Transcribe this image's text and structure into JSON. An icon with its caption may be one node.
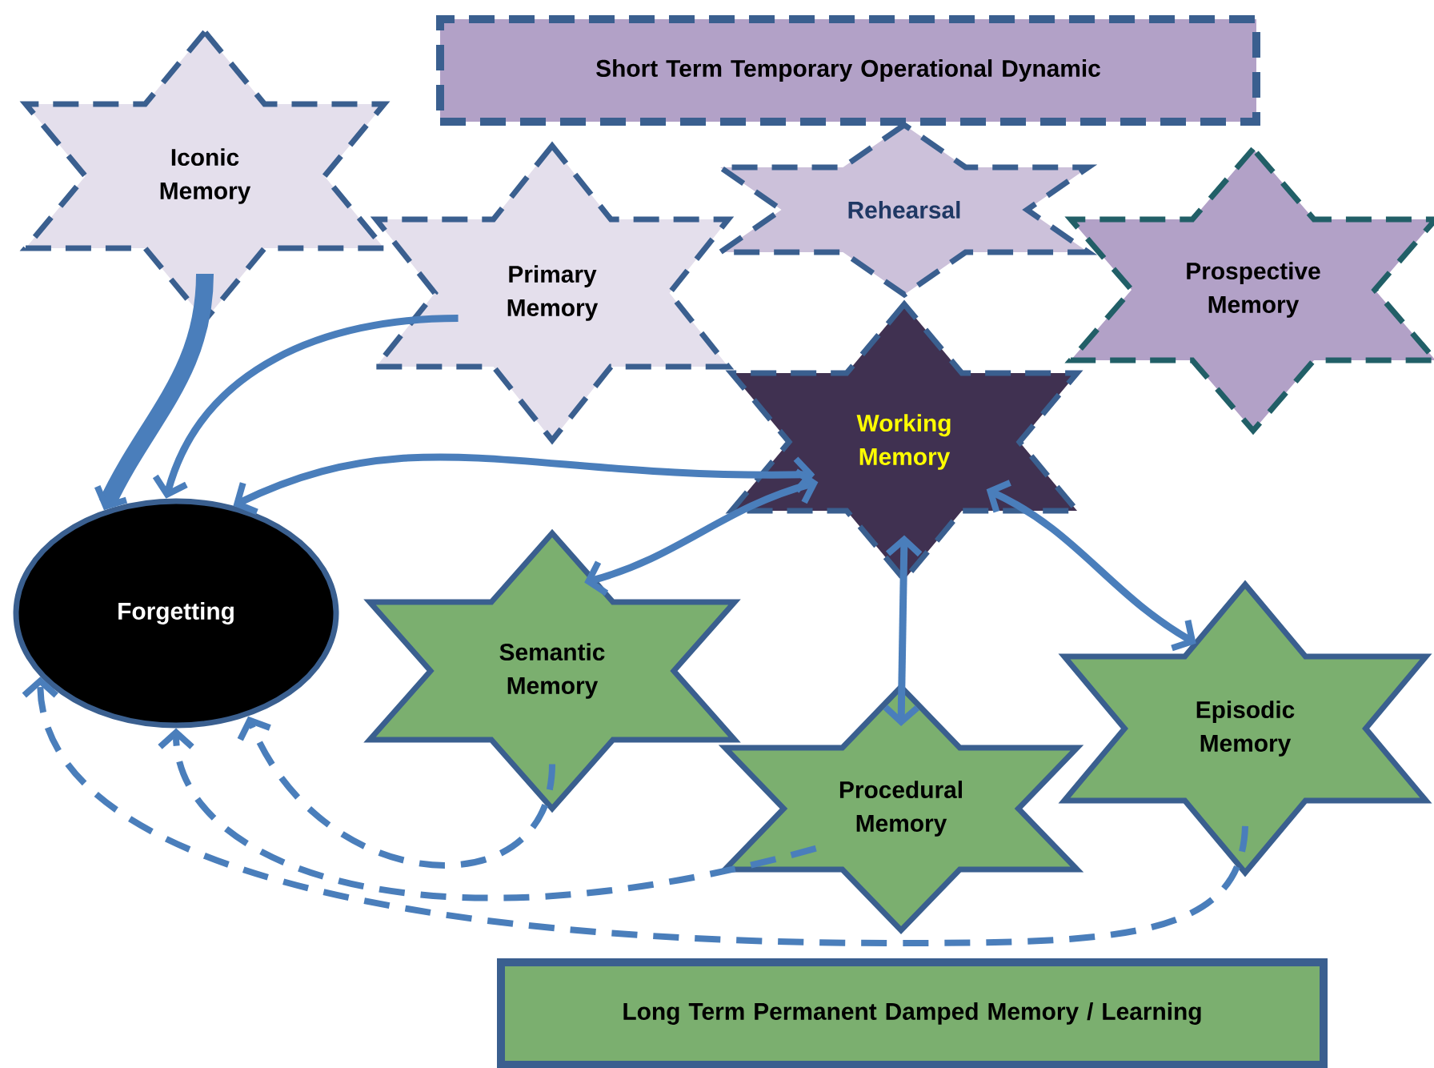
{
  "diagram": {
    "nodes": [
      {
        "text": [
          "Short Term Temporary Operational Dynamic"
        ]
      },
      {
        "text": [
          "Iconic Memory"
        ]
      },
      {
        "text": [
          "Primary Memory"
        ]
      },
      {
        "text": [
          "Rehearsal"
        ]
      },
      {
        "text": [
          "Prospective Memory"
        ]
      },
      {
        "text": [
          "Working Memory"
        ]
      },
      {
        "text": [
          "Forgetting"
        ]
      },
      {
        "text": [
          "Semantic Memory"
        ]
      },
      {
        "text": [
          "Procedural Memory"
        ]
      },
      {
        "text": [
          "Episodic Memory"
        ]
      },
      {
        "text": [
          "Long Term Permanent Damped Memory / Learning"
        ]
      }
    ],
    "edges": [
      {
        "from": 1,
        "to": 6,
        "arrow": "to",
        "style": "thick"
      },
      {
        "from": 2,
        "to": 6,
        "arrow": "to"
      },
      {
        "from": 5,
        "to": 6,
        "arrow": "both"
      },
      {
        "from": 7,
        "to": 5,
        "arrow": "both"
      },
      {
        "from": 5,
        "to": 8,
        "arrow": "both"
      },
      {
        "from": 5,
        "to": 9,
        "arrow": "both"
      },
      {
        "from": 7,
        "to": 6,
        "arrow": "to",
        "style": "dashed"
      },
      {
        "from": 8,
        "to": 6,
        "arrow": "to",
        "style": "dashed"
      },
      {
        "from": 9,
        "to": 6,
        "arrow": "to",
        "style": "dashed"
      }
    ]
  }
}
